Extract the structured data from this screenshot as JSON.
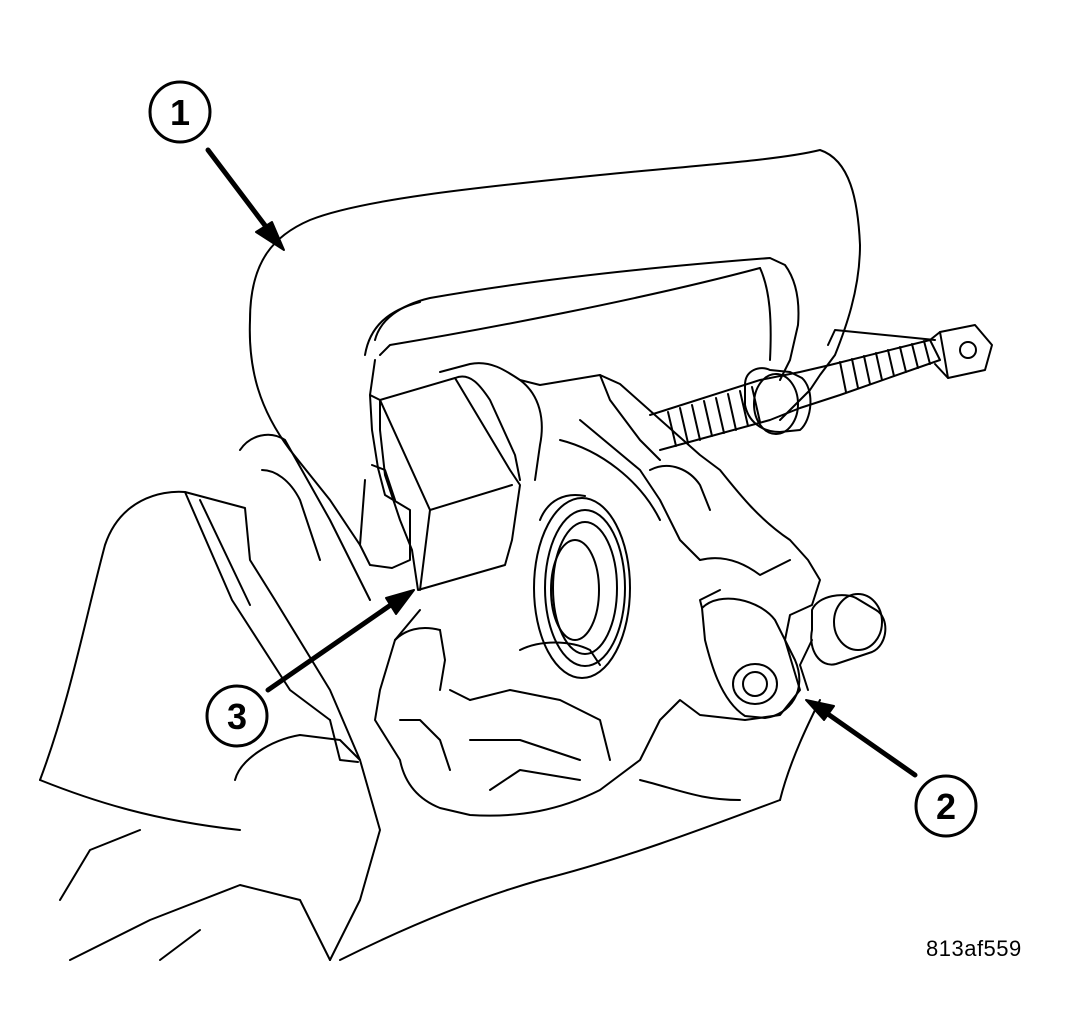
{
  "figure_id": "813af559",
  "callouts": [
    {
      "label": "1"
    },
    {
      "label": "2"
    },
    {
      "label": "3"
    }
  ],
  "colors": {
    "line": "#000000",
    "background": "#ffffff"
  }
}
